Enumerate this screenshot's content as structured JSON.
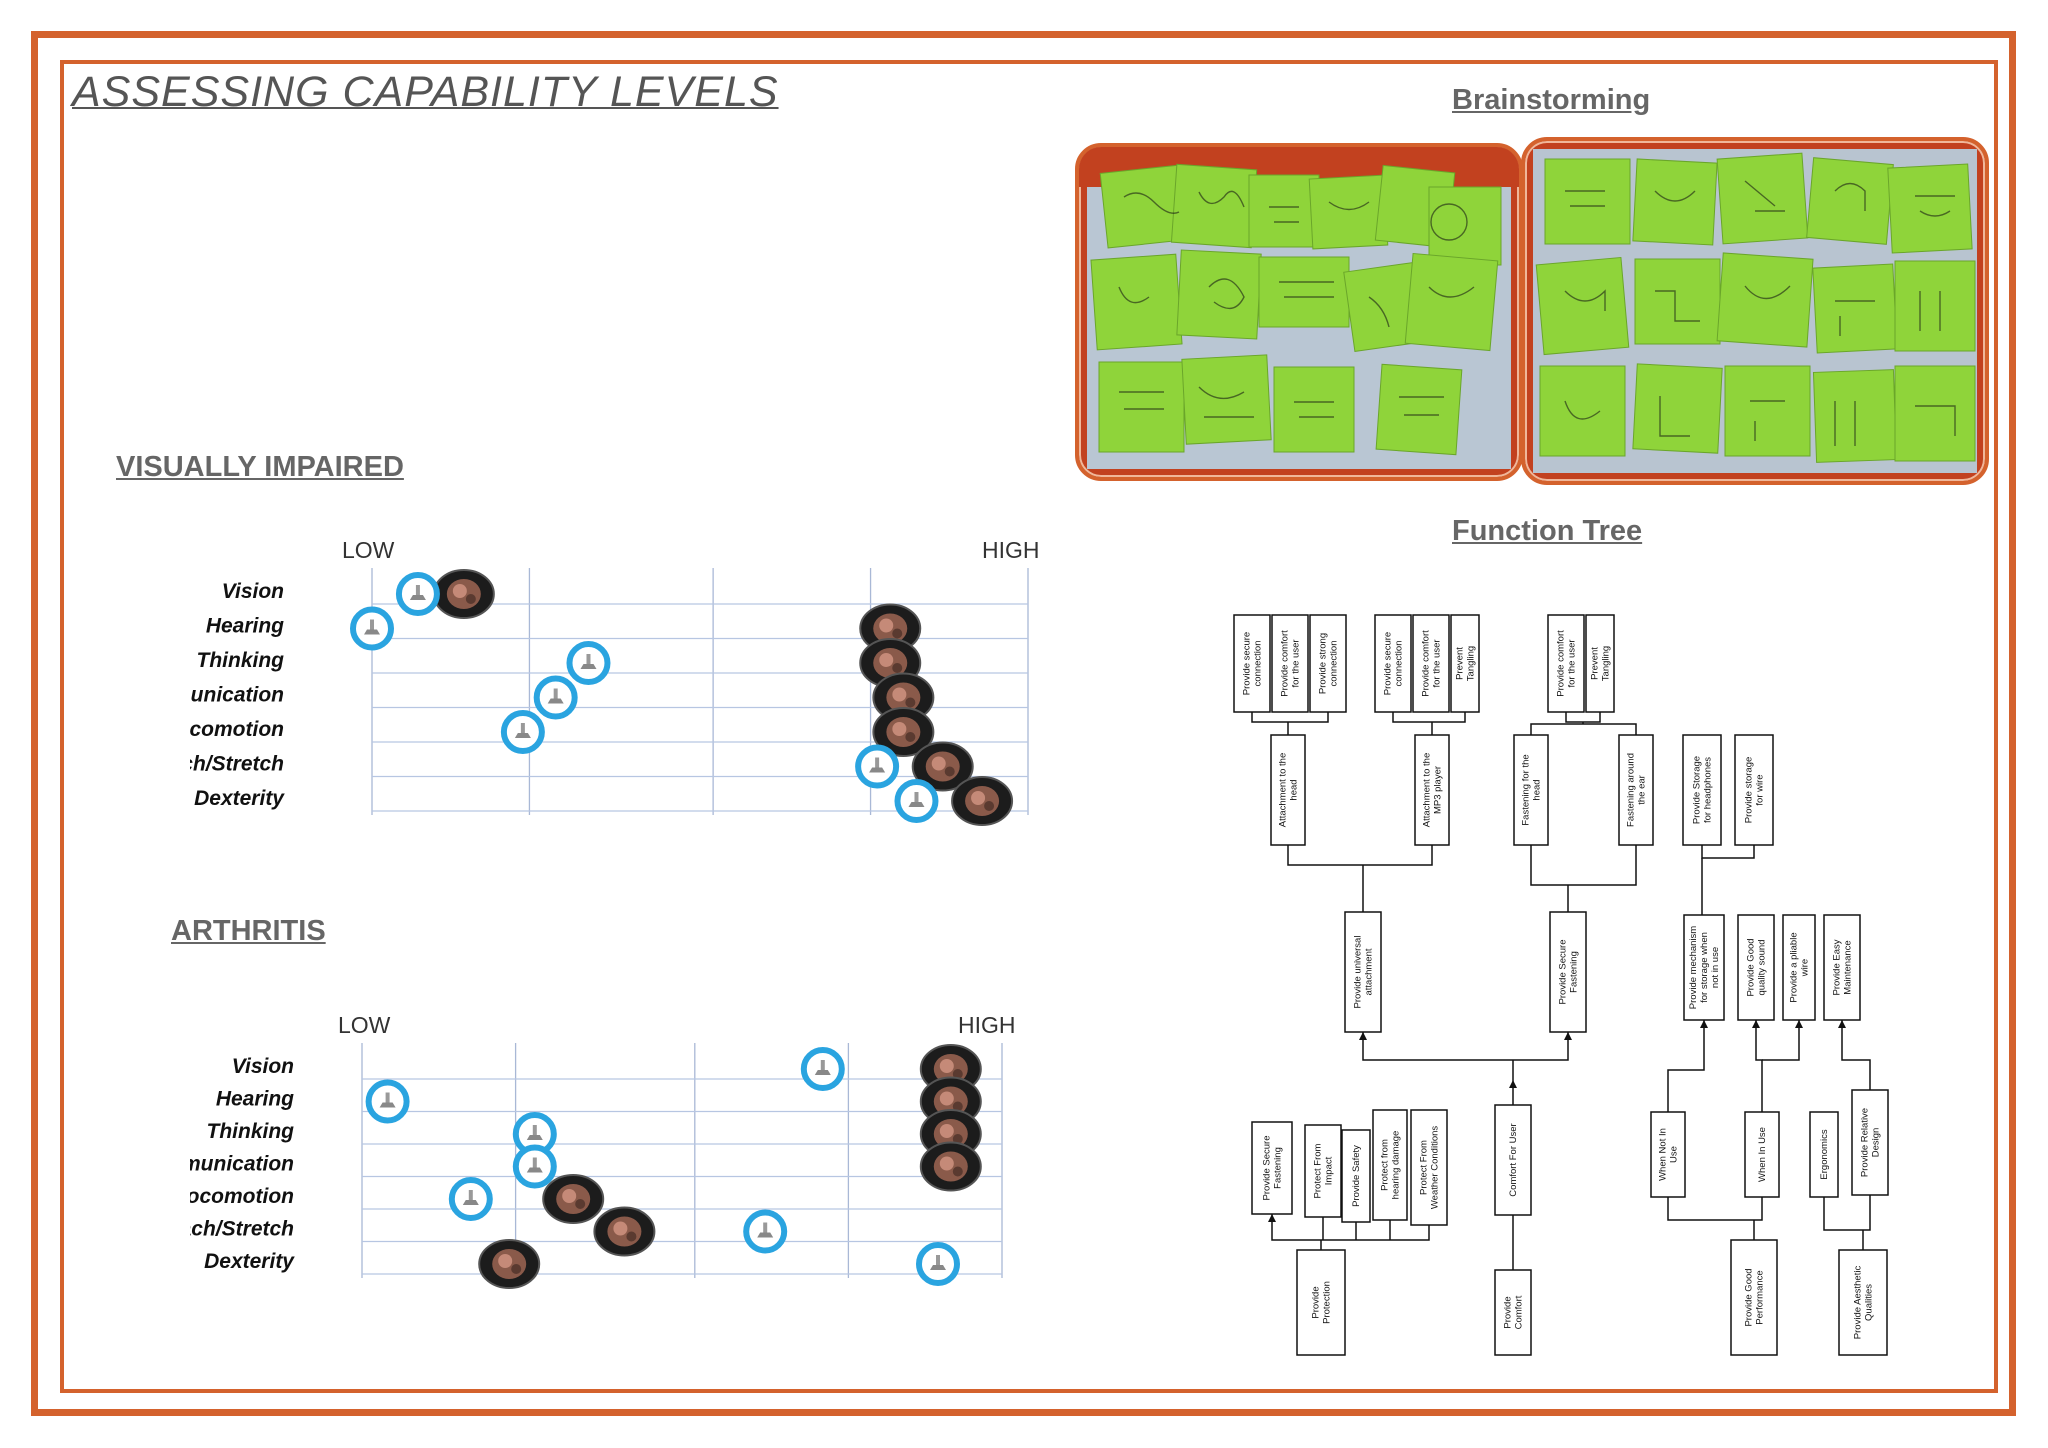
{
  "page": {
    "title": "ASSESSING CAPABILITY LEVELS",
    "accent_color": "#d4622d"
  },
  "sections": {
    "brainstorming": "Brainstorming",
    "function_tree": "Function Tree",
    "visually_impaired": "VISUALLY IMPAIRED",
    "arthritis": "ARTHRITIS"
  },
  "capability_charts": [
    {
      "id": "visually_impaired",
      "low_label": "LOW",
      "high_label": "HIGH",
      "categories": [
        "Vision",
        "Hearing",
        "Thinking",
        "Communication",
        "Locomotion",
        "Reach/Stretch",
        "Dexterity"
      ],
      "scale_note": "0 = low, 1 = high",
      "series": [
        {
          "marker": "portrait-marker",
          "values": [
            0.14,
            0.79,
            0.79,
            0.81,
            0.81,
            0.87,
            0.93
          ]
        },
        {
          "marker": "blue-ring-marker",
          "values": [
            0.07,
            0.0,
            0.33,
            0.28,
            0.23,
            0.77,
            0.83
          ]
        }
      ]
    },
    {
      "id": "arthritis",
      "low_label": "LOW",
      "high_label": "HIGH",
      "categories": [
        "Vision",
        "Hearing",
        "Thinking",
        "Communication",
        "Locomotion",
        "Reach/Stretch",
        "Dexterity"
      ],
      "scale_note": "0 = low, 1 = high",
      "series": [
        {
          "marker": "portrait-marker",
          "values": [
            0.92,
            0.92,
            0.92,
            0.92,
            0.33,
            0.41,
            0.23
          ]
        },
        {
          "marker": "blue-ring-marker",
          "values": [
            0.72,
            0.04,
            0.27,
            0.27,
            0.17,
            0.63,
            0.9
          ]
        }
      ]
    }
  ],
  "function_tree": {
    "nodes": [
      {
        "id": "n1",
        "label": "Provide secure connection"
      },
      {
        "id": "n2",
        "label": "Provide comfort for the user"
      },
      {
        "id": "n3",
        "label": "Provide strong connection"
      },
      {
        "id": "n4",
        "label": "Provide secure connection"
      },
      {
        "id": "n5",
        "label": "Provide comfort for the user"
      },
      {
        "id": "n6",
        "label": "Prevent Tangling"
      },
      {
        "id": "n7",
        "label": "Provide comfort for the user"
      },
      {
        "id": "n8",
        "label": "Prevent Tangling"
      },
      {
        "id": "n9",
        "label": "Attachment to the head"
      },
      {
        "id": "n10",
        "label": "Attachment to the MP3 player"
      },
      {
        "id": "n11",
        "label": "Fastening for the head"
      },
      {
        "id": "n12",
        "label": "Fastening around the ear"
      },
      {
        "id": "n13",
        "label": "Provide Storage for headphones"
      },
      {
        "id": "n14",
        "label": "Provide storage for wire"
      },
      {
        "id": "n15",
        "label": "Provide universal attachment"
      },
      {
        "id": "n16",
        "label": "Provide Secure Fastening"
      },
      {
        "id": "n17",
        "label": "Provide mechanism for storage when not in use"
      },
      {
        "id": "n18",
        "label": "Provide Good quality sound"
      },
      {
        "id": "n19",
        "label": "Provide a pliable wire"
      },
      {
        "id": "n20",
        "label": "Provide Easy Maintenance"
      },
      {
        "id": "n21",
        "label": "Provide Secure Fastening"
      },
      {
        "id": "n22",
        "label": "Protect From Impact"
      },
      {
        "id": "n23",
        "label": "Provide Safety"
      },
      {
        "id": "n24",
        "label": "Protect from hearing damage"
      },
      {
        "id": "n25",
        "label": "Protect From Weather Conditions"
      },
      {
        "id": "n26",
        "label": "Comfort For User"
      },
      {
        "id": "n27",
        "label": "When Not In Use"
      },
      {
        "id": "n28",
        "label": "When In Use"
      },
      {
        "id": "n29",
        "label": "Ergonomics"
      },
      {
        "id": "n30",
        "label": "Provide Relative Design"
      },
      {
        "id": "n31",
        "label": "Provide Protection"
      },
      {
        "id": "n32",
        "label": "Provide Comfort"
      },
      {
        "id": "n33",
        "label": "Provide Good Performance"
      },
      {
        "id": "n34",
        "label": "Provide Aesthetic Qualities"
      }
    ]
  }
}
